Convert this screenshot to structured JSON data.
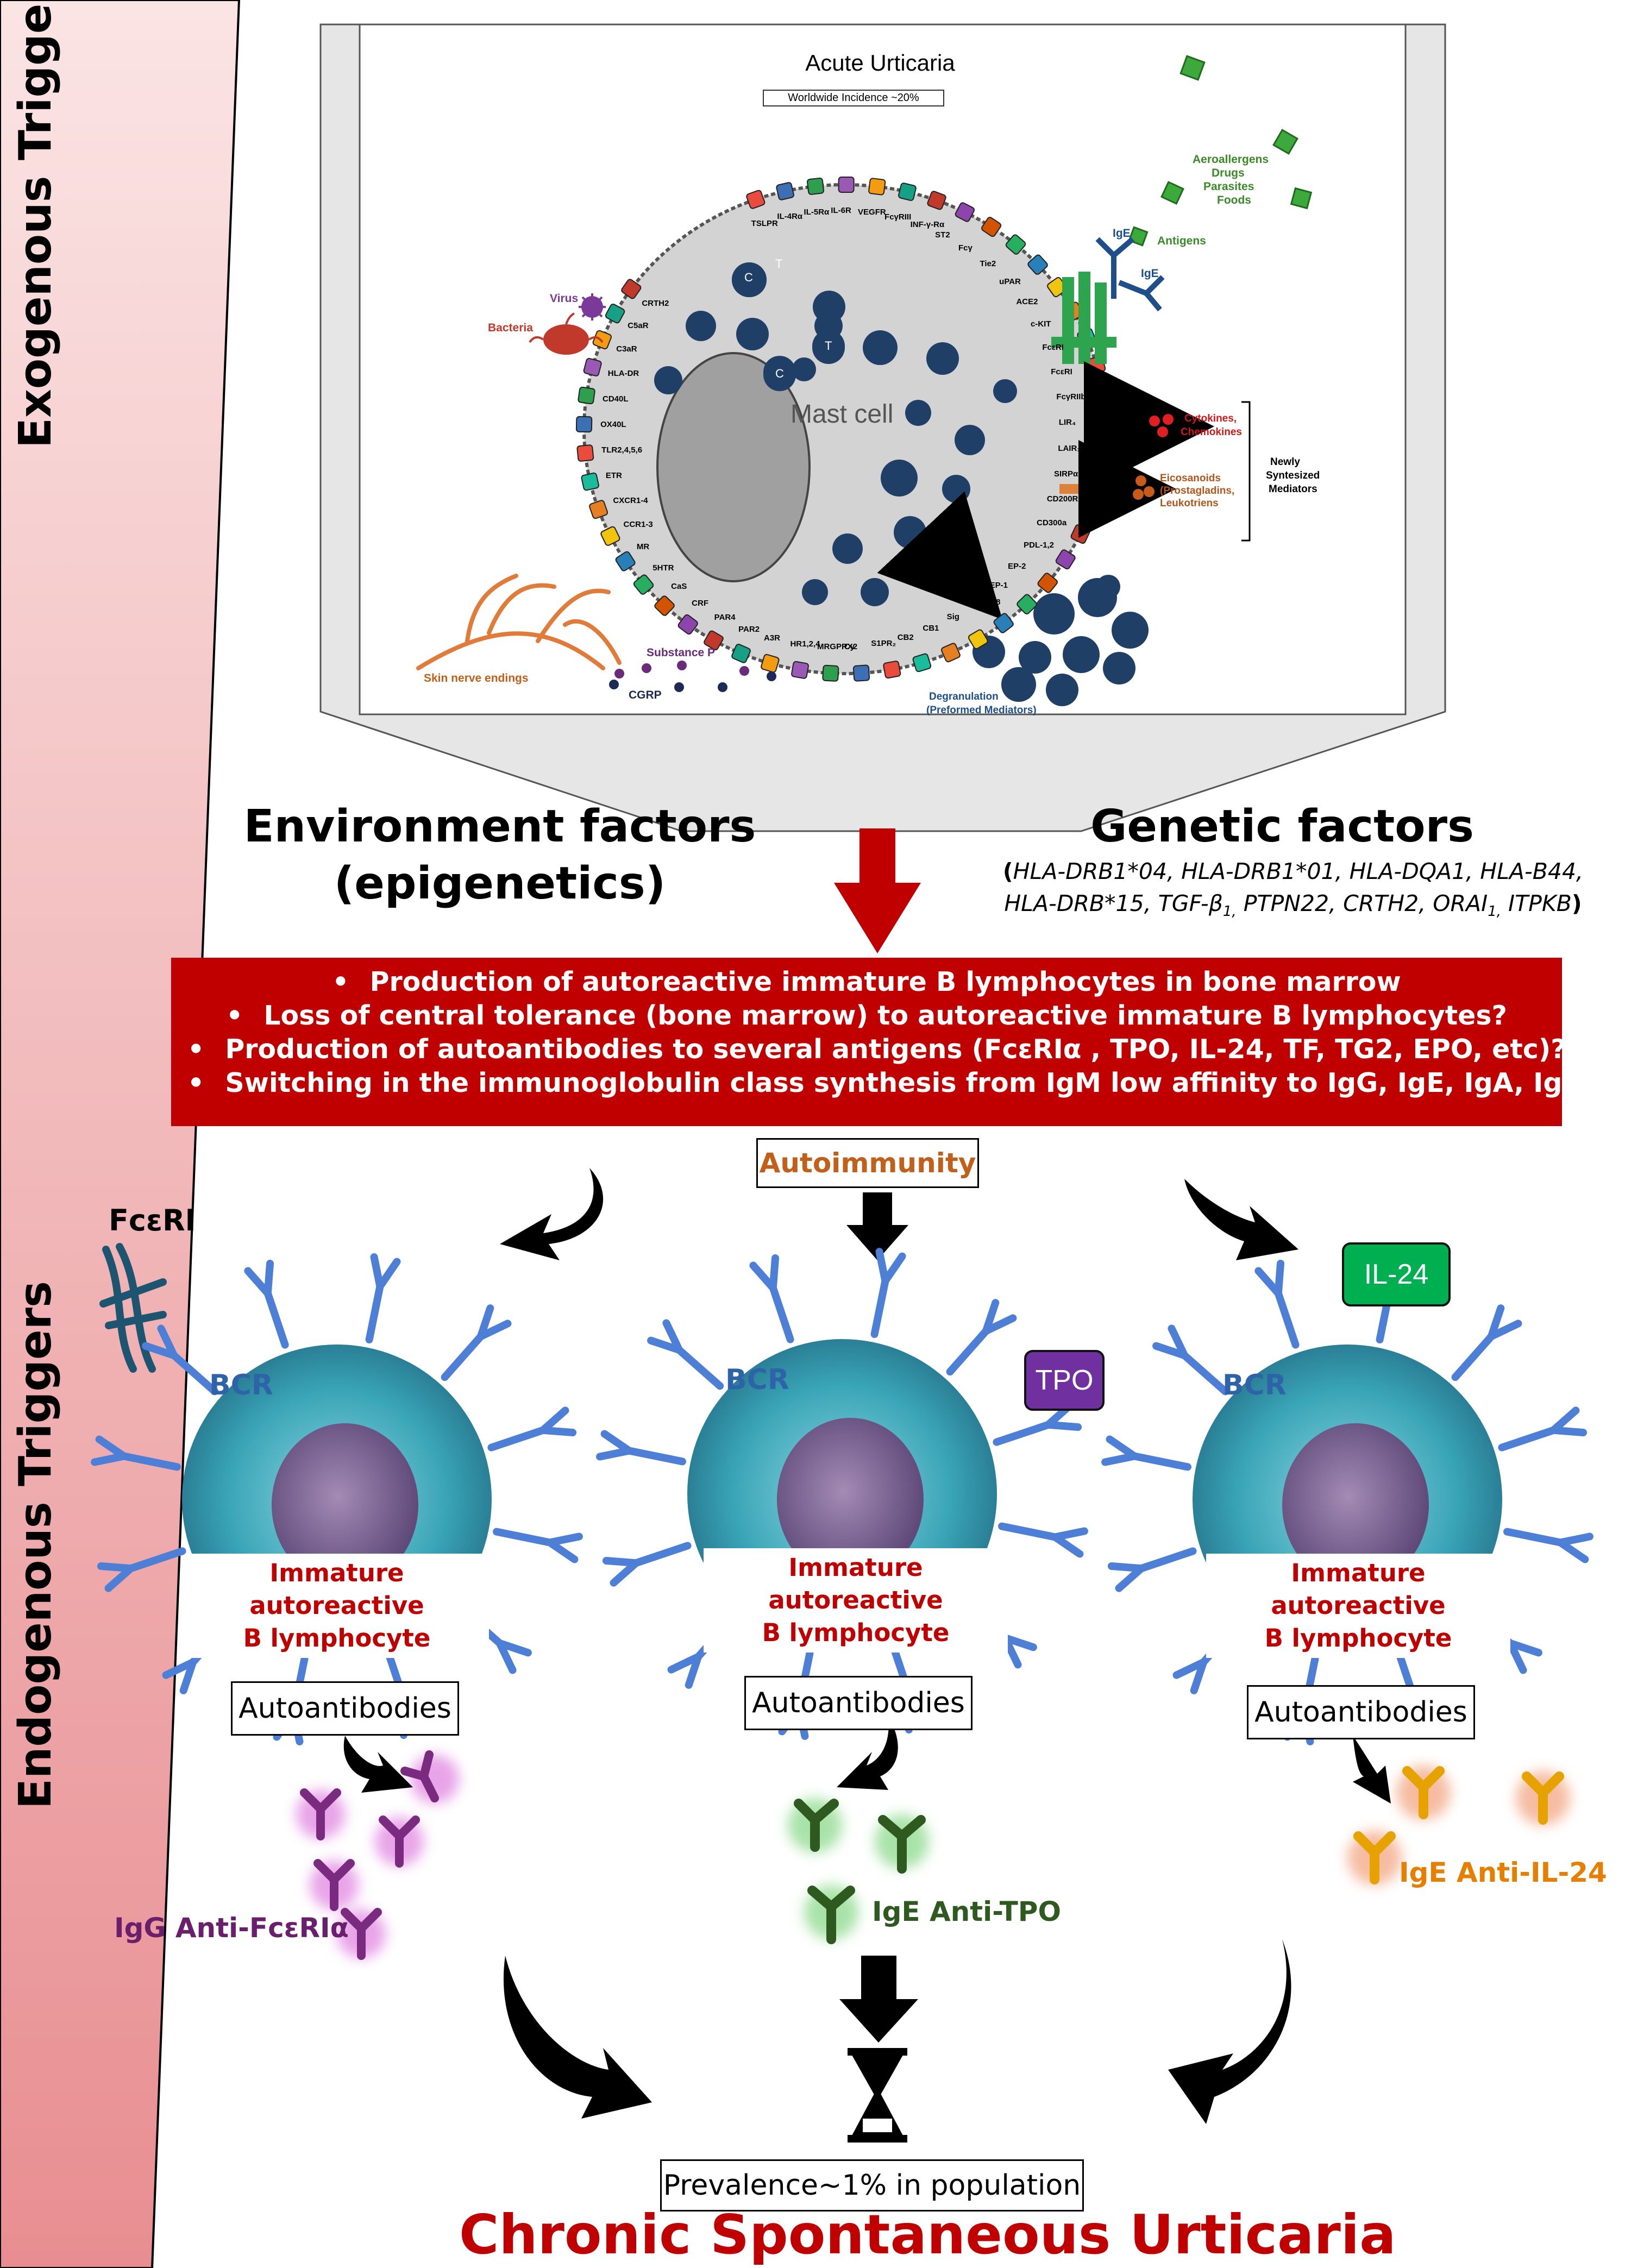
{
  "side_labels": {
    "exogenous": "Exogenous Triggers",
    "endogenous": "Endogenous Triggers"
  },
  "acute": {
    "title": "Acute Urticaria",
    "incidence": "Worldwide Incidence ~20%",
    "mast_cell": "Mast cell",
    "triggers": {
      "aeroallergens": "Aeroallergens",
      "drugs": "Drugs",
      "parasites": "Parasites",
      "foods": "Foods",
      "antigens": "Antigens",
      "ige1": "IgE",
      "ige2": "IgE",
      "virus": "Virus",
      "bacteria": "Bacteria",
      "skin_nerve": "Skin nerve endings",
      "substance_p": "Substance P",
      "cgrp": "CGRP"
    },
    "mediators": {
      "cytokines": "Cytokines,",
      "chemokines": "Chemokines",
      "eicosanoids": "Eicosanoids",
      "prostaglandins": "(Prostagladins,",
      "leukotriens": "Leukotriens",
      "newly": "Newly",
      "syntesized": "Syntesized",
      "mediators": "Mediators",
      "degranulation": "Degranulation",
      "preformed": "(Preformed Mediators)"
    },
    "granule_letters": [
      "C",
      "T",
      "T",
      "C"
    ],
    "receptors": [
      "TSLPR",
      "IL-4Rα",
      "IL-5Rα",
      "IL-6R",
      "VEGFR",
      "FcγRIII",
      "INF-γ-Rα",
      "ST2",
      "Fcγ",
      "Tie2",
      "uPAR",
      "ACE2",
      "c-KIT",
      "FcεRI",
      "FcεRI",
      "FcγRIIb",
      "LIR₄",
      "LAIR₁",
      "SIRPα",
      "CD200R",
      "CD300a",
      "PDL-1,2",
      "EP-2",
      "EP-1",
      "Siglec-8",
      "Sig",
      "CB1",
      "CB2",
      "S1PR₂",
      "Cy",
      "MRGPRX2",
      "HR1,2,4",
      "A3R",
      "PAR2",
      "PAR4",
      "CRF",
      "CaS",
      "5HTR",
      "MR",
      "CCR1-3",
      "CXCR1-4",
      "ETR",
      "TLR2,4,5,6",
      "OX40L",
      "CD40L",
      "HLA-DR",
      "C3aR",
      "C5aR",
      "CRTH2"
    ]
  },
  "factors": {
    "environment_line1": "Environment factors",
    "environment_line2": "(epigenetics)",
    "genetic": "Genetic factors",
    "genes_line1": "HLA-DRB1*04, HLA-DRB1*01, HLA-DQA1, HLA-B44,",
    "genes_line2_a": "HLA-DRB*15, TGF-β",
    "genes_sub_1": "1,",
    "genes_line2_b": " PTPN22, CRTH2, ORAI",
    "genes_sub_2": "1,",
    "genes_line2_c": " ITPKB",
    "paren_open": "(",
    "paren_close": ")"
  },
  "mechanisms": [
    "Production of autoreactive immature B lymphocytes in bone marrow",
    "Loss of central tolerance (bone marrow) to autoreactive immature B lymphocytes?",
    "Production of autoantibodies to several antigens (FcεRIα , TPO, IL-24, TF, TG2, EPO, etc)?",
    "Switching in the immunoglobulin class synthesis from IgM low affinity  to IgG, IgE, IgA, IgM?"
  ],
  "autoimmunity": "Autoimmunity",
  "fceri": "FcεRI",
  "b_cells": [
    {
      "bcr": "BCR",
      "label_line1": "Immature autoreactive",
      "label_line2": "B lymphocyte",
      "autoantibodies": "Autoantibodies",
      "antibody": "IgG Anti-FcεRIα"
    },
    {
      "bcr": "BCR",
      "label_line1": "Immature autoreactive",
      "label_line2": "B lymphocyte",
      "autoantibodies": "Autoantibodies",
      "antibody": "IgE Anti-TPO",
      "antigen": "TPO"
    },
    {
      "bcr": "BCR",
      "label_line1": "Immature autoreactive",
      "label_line2": "B lymphocyte",
      "autoantibodies": "Autoantibodies",
      "antibody": "IgE Anti-IL-24",
      "antigen": "IL-24"
    }
  ],
  "colors": {
    "red": "#c00000",
    "tpo": "#7030a0",
    "il24": "#00b050",
    "bcr": "#2e63a8",
    "purple_ab": "#7a2a7f",
    "green_ab": "#2f5a1f",
    "orange_ab": "#e68a00"
  },
  "prevalence": "Prevalence~1% in population",
  "conclusion": "Chronic Spontaneous Urticaria"
}
